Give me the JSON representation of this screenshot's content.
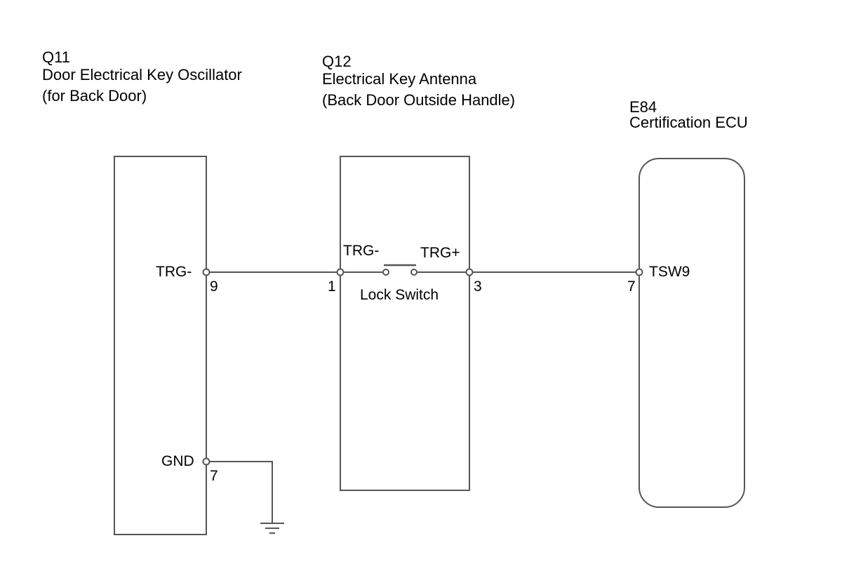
{
  "components": {
    "oscillator": {
      "code": "Q11",
      "name": "Door Electrical Key Oscillator",
      "note": "(for Back Door)",
      "pins": {
        "trg_name": "TRG-",
        "trg_num": "9",
        "gnd_name": "GND",
        "gnd_num": "7"
      }
    },
    "antenna": {
      "code": "Q12",
      "name": "Electrical Key Antenna",
      "note": "(Back Door Outside Handle)",
      "pins": {
        "trg_minus_name": "TRG-",
        "trg_minus_num": "1",
        "trg_plus_name": "TRG+",
        "trg_plus_num": "3"
      },
      "switch_label": "Lock Switch"
    },
    "ecu": {
      "code": "E84",
      "name": "Certification ECU",
      "pins": {
        "tsw_name": "TSW9",
        "tsw_num": "7"
      }
    }
  },
  "colors": {
    "line": "#555555",
    "text": "#000000",
    "background": "#ffffff"
  }
}
